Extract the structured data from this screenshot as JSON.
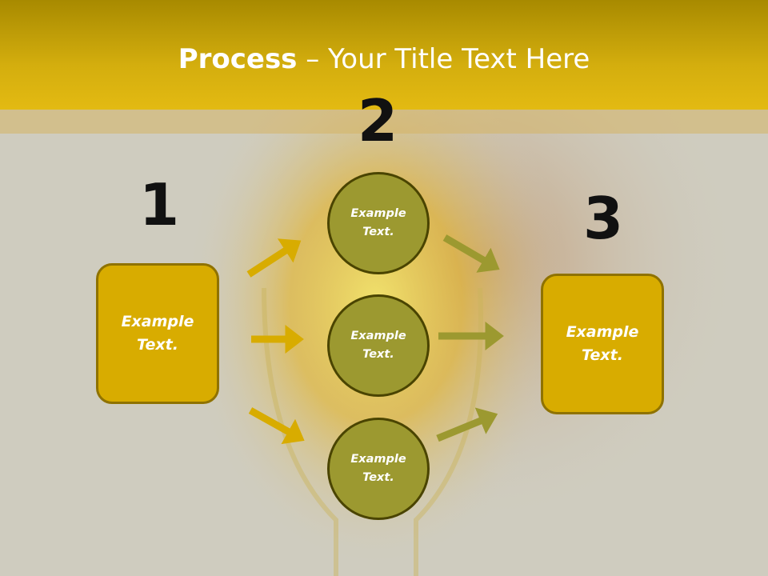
{
  "title": {
    "bold": "Process",
    "rest": " – Your Title Text Here"
  },
  "steps": [
    {
      "number": "1",
      "text": "Example\nText."
    },
    {
      "number": "2",
      "text": ""
    },
    {
      "number": "3",
      "text": "Example\nText."
    }
  ],
  "circles": [
    {
      "text": "Example\nText."
    },
    {
      "text": "Example\nText."
    },
    {
      "text": "Example\nText."
    }
  ],
  "colors": {
    "header": "#d4ae0e",
    "box_fill": "#d8ac00",
    "circle_fill": "#9c9930",
    "arrow_left": "#d8ac00",
    "arrow_right": "#9c9930"
  }
}
